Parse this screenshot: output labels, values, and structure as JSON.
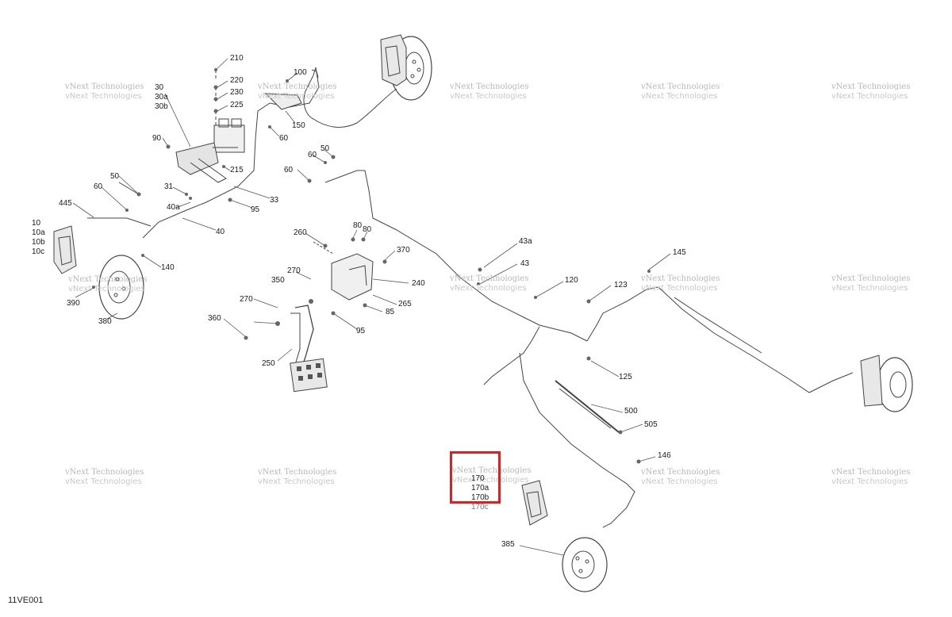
{
  "diagram": {
    "drawing_id": "11VE001",
    "watermark": {
      "line1": "vNext Technologies",
      "line2": "vNext Technologies"
    },
    "highlight_color": "#e02020",
    "line_color": "#444444",
    "callouts": {
      "c210": "210",
      "c220": "220",
      "c230": "230",
      "c225": "225",
      "c30": "30",
      "c30a": "30a",
      "c30b": "30b",
      "c100": "100",
      "c150": "150",
      "c60a": "60",
      "c90": "90",
      "c50a": "50",
      "c60b": "60",
      "c60c": "60",
      "c215": "215",
      "c33": "33",
      "c31": "31",
      "c95a": "95",
      "c40a": "40a",
      "c40": "40",
      "c50b": "50",
      "c60d": "60",
      "c445": "445",
      "c10": "10",
      "c10a": "10a",
      "c10b": "10b",
      "c10c": "10c",
      "c140": "140",
      "c390": "390",
      "c380": "380",
      "c260": "260",
      "c80a": "80",
      "c80b": "80",
      "c370": "370",
      "c270a": "270",
      "c350": "350",
      "c240": "240",
      "c270b": "270",
      "c265": "265",
      "c85": "85",
      "c360": "360",
      "c95b": "95",
      "c250": "250",
      "c43a": "43a",
      "c43": "43",
      "c120": "120",
      "c123": "123",
      "c145": "145",
      "c125": "125",
      "c500": "500",
      "c505": "505",
      "c146": "146",
      "c170": "170",
      "c170a": "170a",
      "c170b": "170b",
      "c170c": "170c",
      "c385": "385"
    },
    "highlighted_labels": [
      "170",
      "170a",
      "170b"
    ]
  }
}
